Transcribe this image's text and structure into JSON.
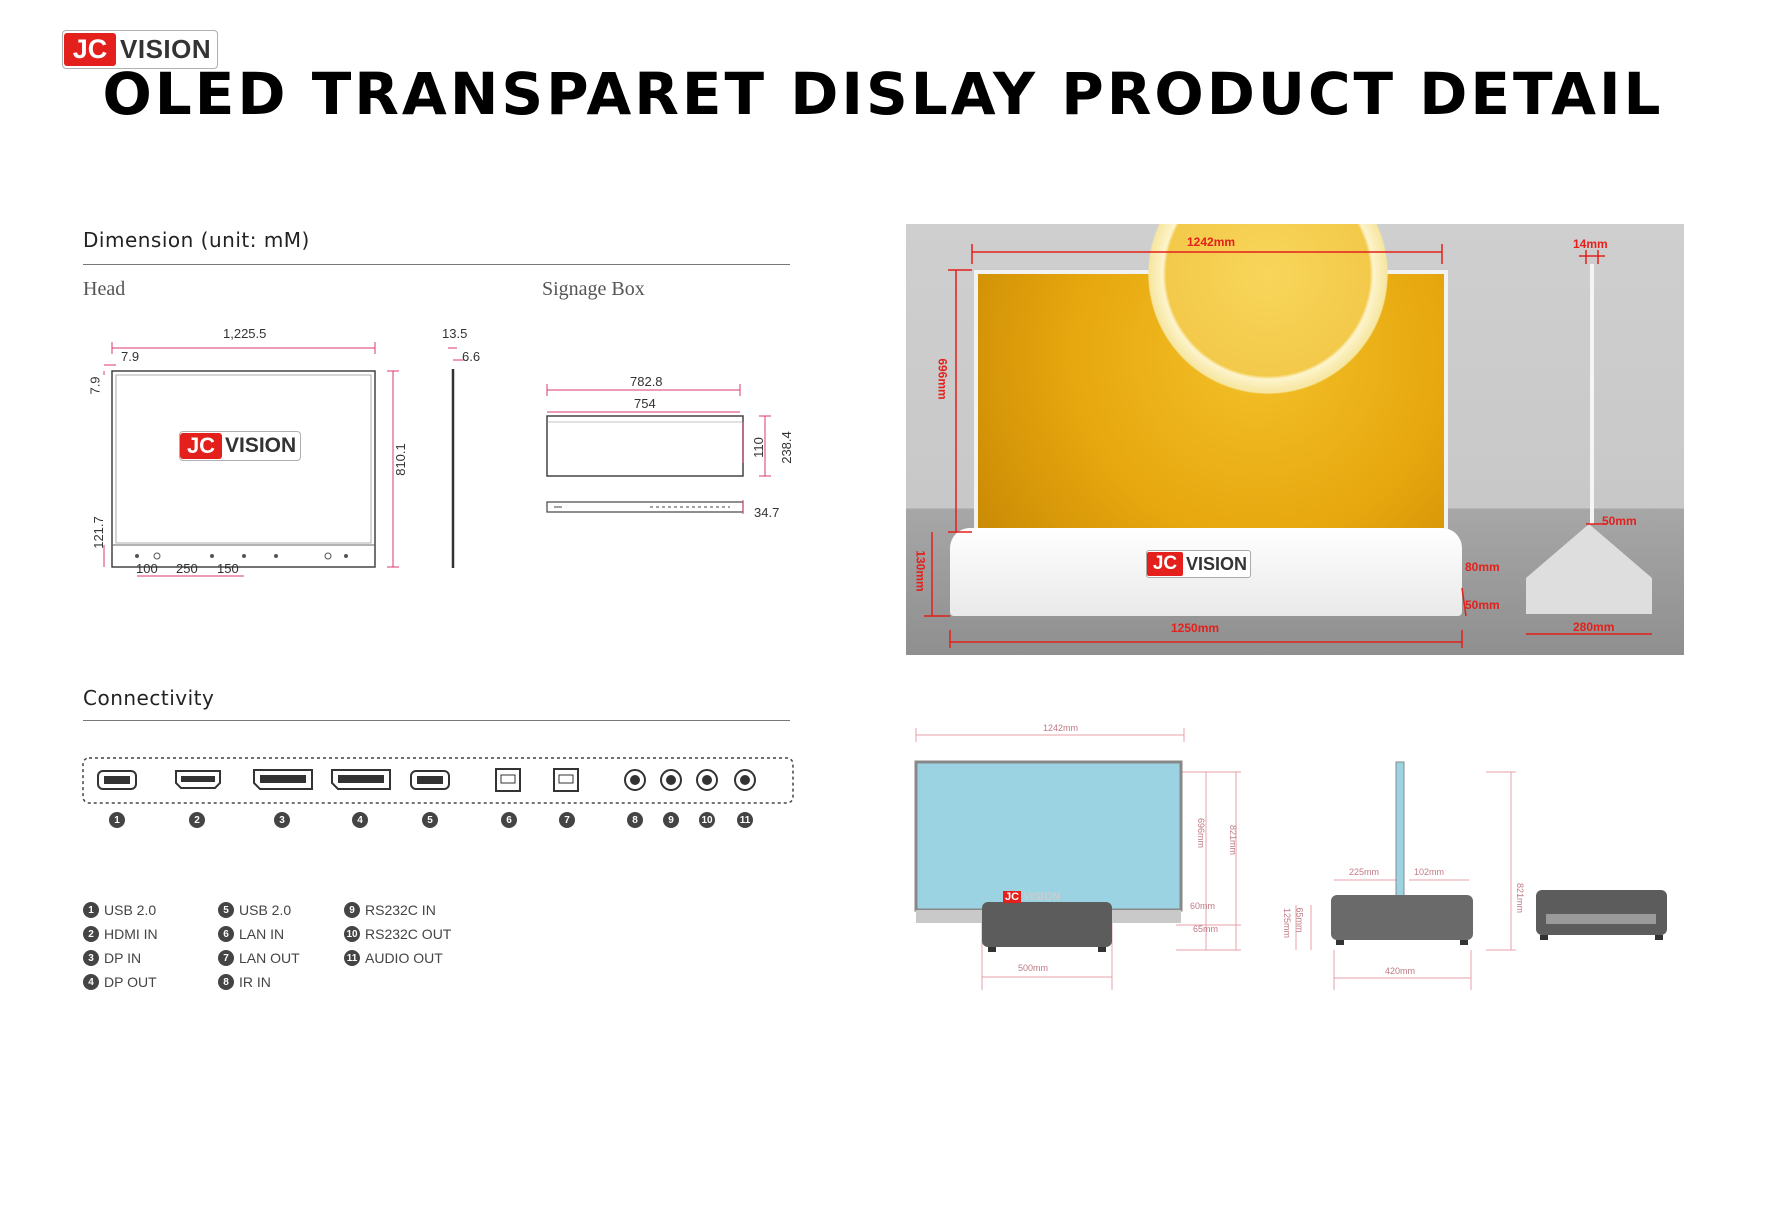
{
  "brand": {
    "jc": "JC",
    "vision": "VISION"
  },
  "title": "OLED TRANSPARET DISLAY PRODUCT DETAIL",
  "dimension": {
    "heading": "Dimension (unit: mM)",
    "head_label": "Head",
    "signage_label": "Signage Box",
    "head_dims": {
      "width": "1,225.5",
      "border_top": "7.9",
      "border_left": "7.9",
      "height": "810.1",
      "bottom": "121.7",
      "spacing": [
        "100",
        "250",
        "150"
      ],
      "depth_total": "13.5",
      "depth_panel": "6.6"
    },
    "box_dims": {
      "outer_width": "782.8",
      "inner_width": "754",
      "inner_height": "110",
      "outer_height": "238.4",
      "thickness": "34.7"
    }
  },
  "connectivity": {
    "heading": "Connectivity",
    "ports": [
      {
        "n": "1",
        "type": "usb"
      },
      {
        "n": "2",
        "type": "hdmi"
      },
      {
        "n": "3",
        "type": "dp"
      },
      {
        "n": "4",
        "type": "dp"
      },
      {
        "n": "5",
        "type": "usb"
      },
      {
        "n": "6",
        "type": "lan"
      },
      {
        "n": "7",
        "type": "lan"
      },
      {
        "n": "8",
        "type": "jack"
      },
      {
        "n": "9",
        "type": "jack"
      },
      {
        "n": "10",
        "type": "jack"
      },
      {
        "n": "11",
        "type": "jack"
      }
    ],
    "legend": [
      {
        "n": "1",
        "label": "USB 2.0"
      },
      {
        "n": "2",
        "label": "HDMI IN"
      },
      {
        "n": "3",
        "label": "DP IN"
      },
      {
        "n": "4",
        "label": "DP OUT"
      },
      {
        "n": "5",
        "label": "USB 2.0"
      },
      {
        "n": "6",
        "label": "LAN IN"
      },
      {
        "n": "7",
        "label": "LAN OUT"
      },
      {
        "n": "8",
        "label": "IR IN"
      },
      {
        "n": "9",
        "label": "RS232C IN"
      },
      {
        "n": "10",
        "label": "RS232C OUT"
      },
      {
        "n": "11",
        "label": "AUDIO OUT"
      }
    ]
  },
  "photo": {
    "width": "1242mm",
    "height": "696mm",
    "base_height": "130mm",
    "base_width": "1250mm",
    "base_upper": "80mm",
    "base_lower": "50mm",
    "side_thickness": "14mm",
    "side_gap": "50mm",
    "side_base": "280mm"
  },
  "drawing": {
    "width": "1242mm",
    "screen_height": "696mm",
    "total_height": "821mm",
    "strip": "60mm",
    "box_height": "65mm",
    "box_width": "500mm",
    "side_left": "225mm",
    "side_right": "102mm",
    "side_total": "821mm",
    "side_h1": "65mm",
    "side_h2": "125mm",
    "side_box_width": "420mm"
  },
  "colors": {
    "accent": "#e3201b",
    "screen": "#9bd3e3",
    "box": "#5c5c5c"
  }
}
